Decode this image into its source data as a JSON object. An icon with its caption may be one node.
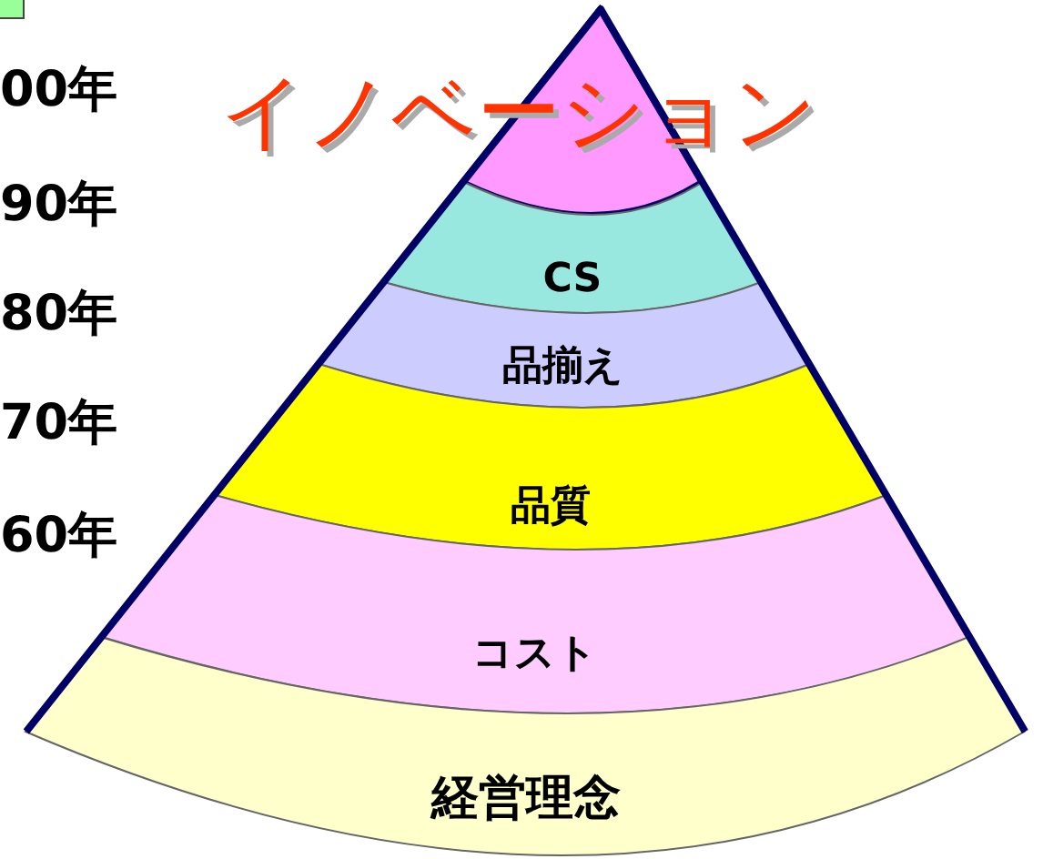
{
  "diagram": {
    "nodes": [
      {
        "text": [],
        "shape": "cone"
      },
      {
        "text": [
          "CS"
        ]
      },
      {
        "text": [
          "品揃え"
        ]
      },
      {
        "text": [
          "品質"
        ]
      },
      {
        "text": [
          "コスト"
        ]
      },
      {
        "text": [
          "経営理念"
        ]
      }
    ],
    "labels": [
      "イノベーション",
      "00年",
      "90年",
      "80年",
      "70年",
      "60年"
    ]
  }
}
